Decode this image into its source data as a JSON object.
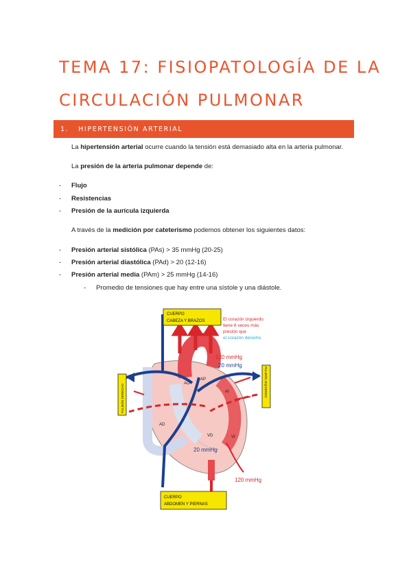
{
  "title": {
    "line1": "TEMA 17: FISIOPATOLOGÍA DE LA",
    "line2": "CIRCULACIÓN PULMONAR"
  },
  "section": {
    "number": "1.",
    "label": "HIPERTENSIÓN ARTERIAL"
  },
  "paragraph1": {
    "pre": "La ",
    "bold": "hipertensión arterial",
    "post": " ocurre cuando la tensión está demasiado alta en la arteria pulmonar."
  },
  "paragraph2": {
    "pre": "La ",
    "bold": "presión de la arteria pulmonar depende",
    "post": " de:"
  },
  "depends_list": [
    "Flujo",
    "Resistencias",
    "Presión de la aurícula izquierda"
  ],
  "paragraph3": {
    "pre": "A través de la ",
    "bold": "medición por cateterismo",
    "post": " podemos obtener los siguientes datos:"
  },
  "data_list": [
    {
      "bold": "Presión arterial sistólica",
      "post": " (PAs) > 35 mmHg (20-25)"
    },
    {
      "bold": "Presión arterial diastólica",
      "post": " (PAd) > 20 (12-16)"
    },
    {
      "bold": "Presión arterial media",
      "post": " (PAm) > 25 mmHg (14-16)"
    }
  ],
  "sub_item": "Promedio de tensiones que hay entre una sístole y una diástole.",
  "diagram": {
    "top_box_1": "CUERPO",
    "top_box_2": "CABEZA Y BRAZOS",
    "bottom_box_1": "CUERPO",
    "bottom_box_2": "ABDOMEN Y PIERNAS",
    "left_box": "PULMÓN DERECHO",
    "right_box": "PULMÓN IZQUIERDO",
    "note_red_1": "El corazón izquierdo",
    "note_red_2": "tiene 6 veces más",
    "note_red_3": "presión que",
    "note_blue": "el corazón derecho",
    "p120_top": "120 mmHg",
    "p20_top": "20 mmHg",
    "p20_bottom": "20 mmHg",
    "p120_bottom": "120 mmHg",
    "AO": "AO",
    "AP": "AP",
    "AI": "AI",
    "AD": "AD",
    "VD": "VD",
    "VI": "VI",
    "colors": {
      "accent": "#e8552d",
      "red": "#d7262b",
      "blue": "#1c3f8f",
      "yellow": "#f6e600"
    }
  }
}
